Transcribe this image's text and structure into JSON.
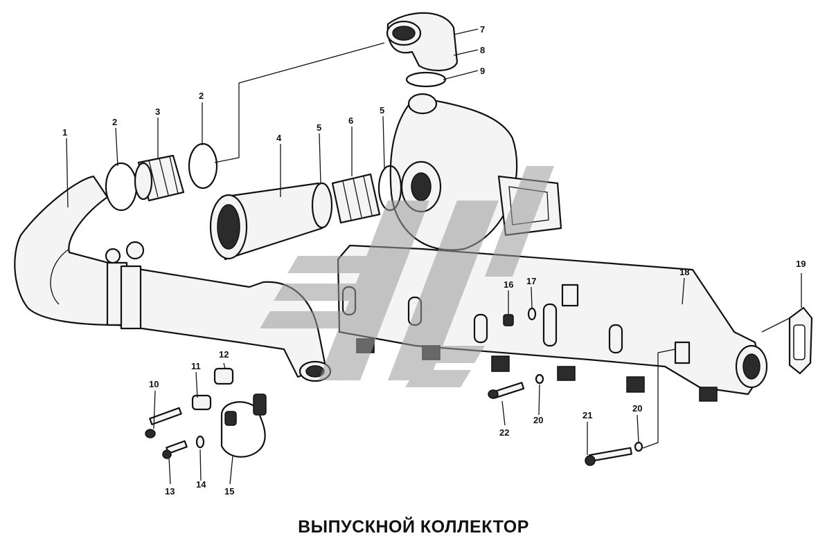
{
  "title": "ВЫПУСКНОЙ КОЛЛЕКТОР",
  "callouts": {
    "c1": "1",
    "c2a": "2",
    "c2b": "2",
    "c3": "3",
    "c4": "4",
    "c5a": "5",
    "c5b": "5",
    "c6": "6",
    "c7": "7",
    "c8": "8",
    "c9": "9",
    "c10": "10",
    "c11": "11",
    "c12": "12",
    "c13": "13",
    "c14": "14",
    "c15": "15",
    "c16": "16",
    "c17": "17",
    "c18": "18",
    "c19": "19",
    "c20a": "20",
    "c20b": "20",
    "c21": "21",
    "c22": "22"
  }
}
